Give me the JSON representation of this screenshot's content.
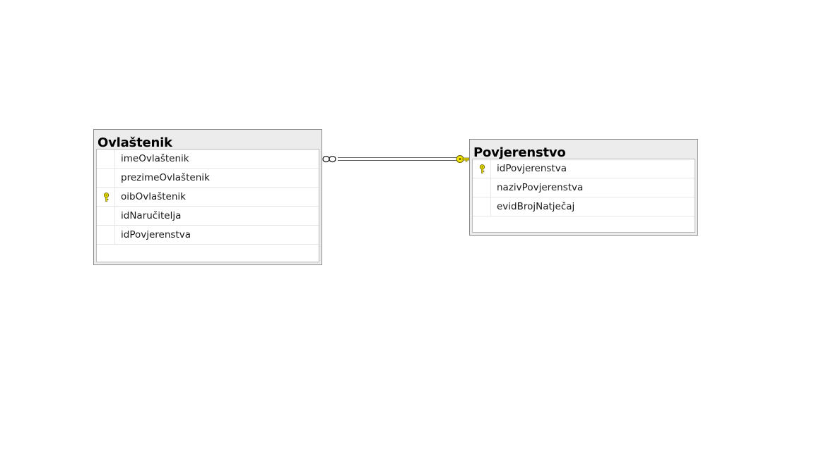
{
  "diagram": {
    "tables": [
      {
        "name": "Ovlaštenik",
        "columns": [
          {
            "name": "imeOvlaštenik",
            "primary_key": false
          },
          {
            "name": "prezimeOvlaštenik",
            "primary_key": false
          },
          {
            "name": "oibOvlaštenik",
            "primary_key": true
          },
          {
            "name": "idNaručitelja",
            "primary_key": false
          },
          {
            "name": "idPovjerenstva",
            "primary_key": false
          }
        ]
      },
      {
        "name": "Povjerenstvo",
        "columns": [
          {
            "name": "idPovjerenstva",
            "primary_key": true
          },
          {
            "name": "nazivPovjerenstva",
            "primary_key": false
          },
          {
            "name": "evidBrojNatječaj",
            "primary_key": false
          }
        ]
      }
    ],
    "relationship": {
      "from_table": "Ovlaštenik",
      "to_table": "Povjerenstvo",
      "many_end": "infinity-icon",
      "one_end": "key-icon"
    },
    "colors": {
      "key": "#f2e600",
      "key_outline": "#6b6200",
      "line": "#5a5a5a",
      "header": "#ececec"
    }
  }
}
